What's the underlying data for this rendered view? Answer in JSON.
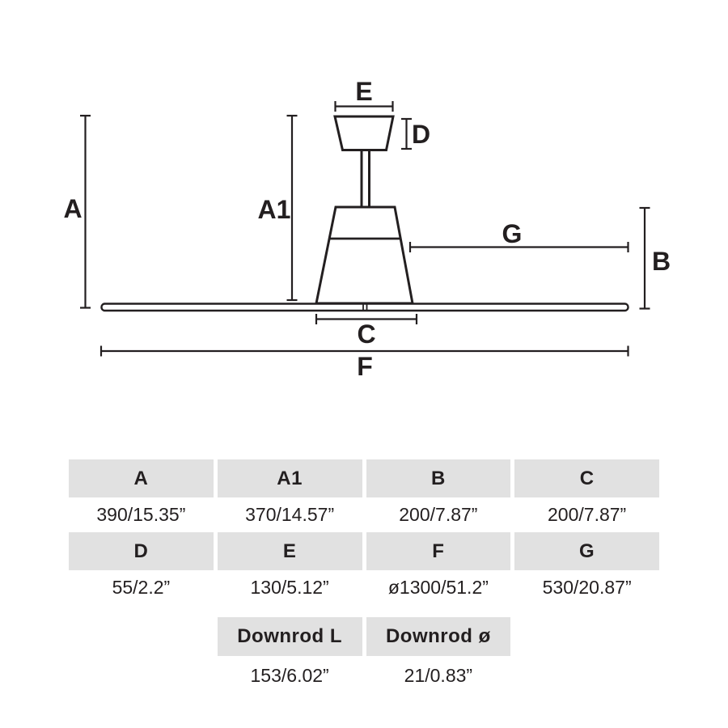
{
  "diagram": {
    "labels": {
      "a": "A",
      "a1": "A1",
      "b": "B",
      "c": "C",
      "d": "D",
      "e": "E",
      "f": "F",
      "g": "G"
    }
  },
  "table": {
    "header_row_1": [
      "A",
      "A1",
      "B",
      "C"
    ],
    "value_row_1": [
      "390/15.35”",
      "370/14.57”",
      "200/7.87”",
      "200/7.87”"
    ],
    "header_row_2": [
      "D",
      "E",
      "F",
      "G"
    ],
    "value_row_2": [
      "55/2.2”",
      "130/5.12”",
      "ø1300/51.2”",
      "530/20.87”"
    ],
    "header_row_3": [
      "Downrod L",
      "Downrod ø"
    ],
    "value_row_3": [
      "153/6.02”",
      "21/0.83”"
    ]
  },
  "colors": {
    "ink": "#231f20",
    "table_header_bg": "#e1e1e1",
    "background": "#ffffff"
  }
}
